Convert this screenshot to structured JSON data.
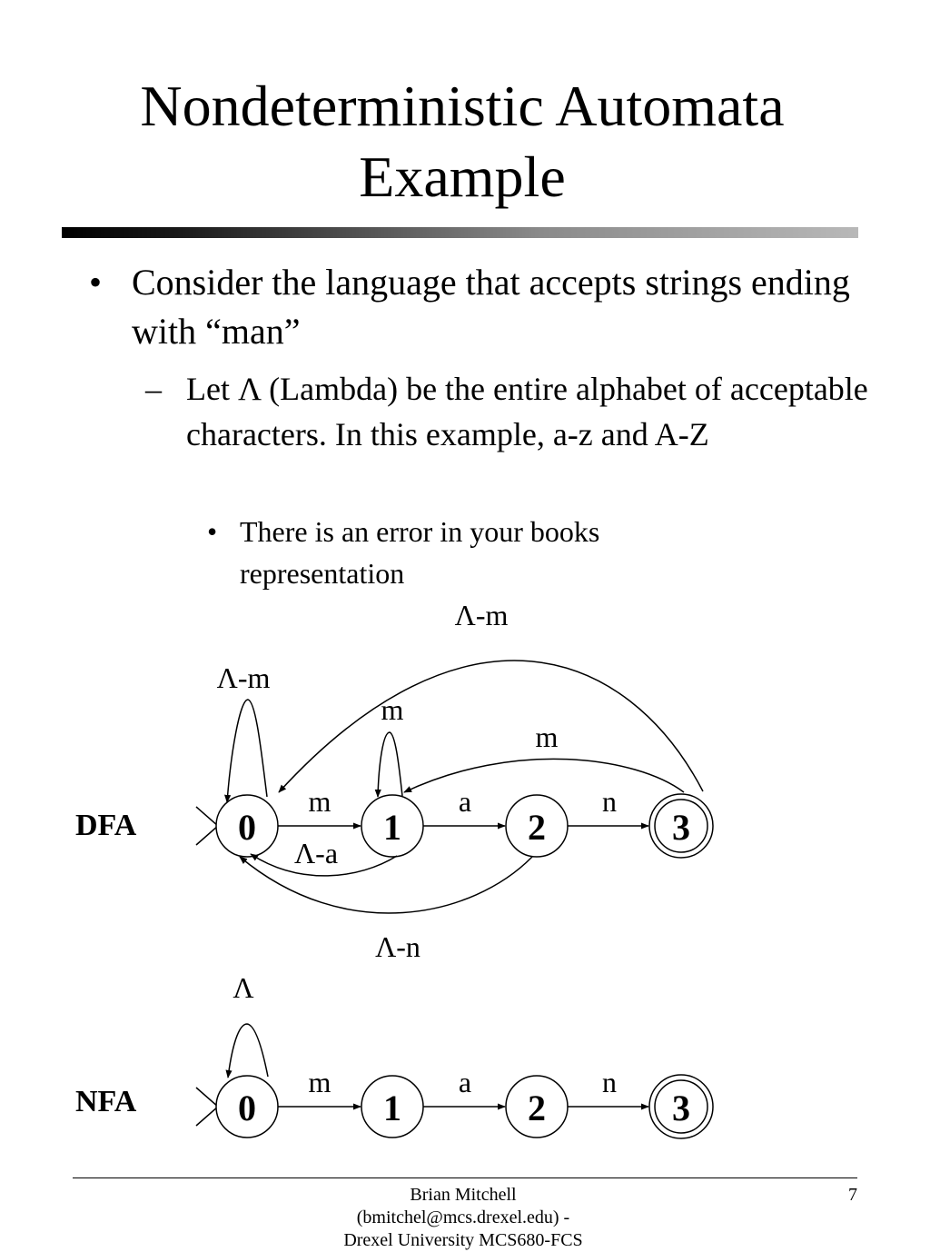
{
  "slide": {
    "title_line1": "Nondeterministic Automata",
    "title_line2": "Example",
    "bullet1": "Consider the language that accepts strings ending with “man”",
    "bullet2": "Let Λ (Lambda) be the entire alphabet of acceptable characters.  In this example, a-z and A-Z",
    "bullet3": "There is an error in your books representation",
    "bullet_marker": "•",
    "dash_marker": "–",
    "sub_bullet_marker": "•"
  },
  "dfa": {
    "label": "DFA",
    "states": [
      "0",
      "1",
      "2",
      "3"
    ],
    "edge_m": "m",
    "edge_a": "a",
    "edge_n": "n",
    "loop0": "Λ-m",
    "loop1": "m",
    "back_3_to_1": "m",
    "back_3_to_0": "Λ-m",
    "back_1_to_0": "Λ-a",
    "back_2_to_0": "Λ-n"
  },
  "nfa": {
    "label": "NFA",
    "states": [
      "0",
      "1",
      "2",
      "3"
    ],
    "edge_m": "m",
    "edge_a": "a",
    "edge_n": "n",
    "loop0": "Λ"
  },
  "footer": {
    "author": "Brian Mitchell",
    "email": "(bmitchel@mcs.drexel.edu) -",
    "institution": "Drexel University MCS680-FCS",
    "page": "7"
  }
}
